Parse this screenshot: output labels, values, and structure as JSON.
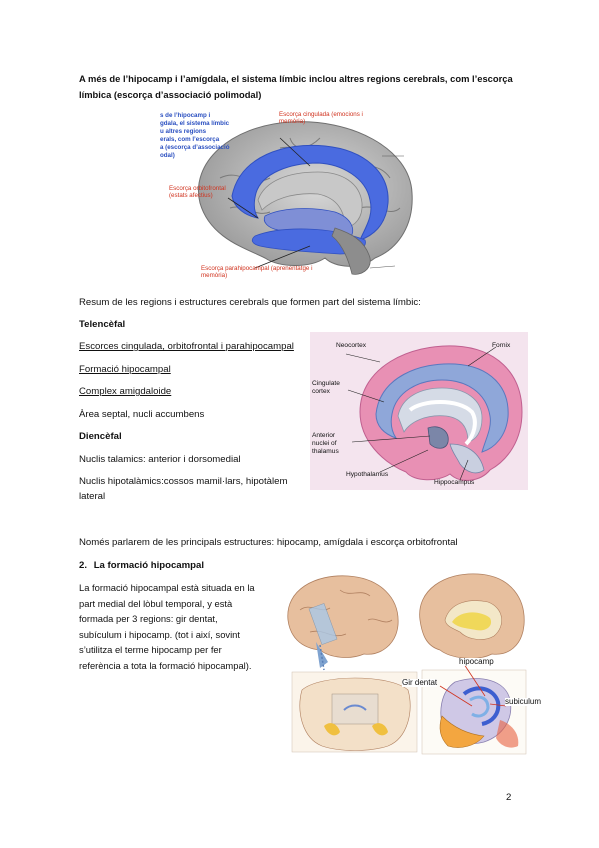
{
  "intro": "A més de l’hipocamp i l’amígdala, el sistema límbic inclou altres regions cerebrals, com l’escorça límbica (escorça d’associació polimodal)",
  "fig1": {
    "overlay_lines": [
      "s de l’hipocamp i",
      "gdala, el sistema límbic",
      "u altres regions",
      "erals, com l’escorça",
      "a (escorça d’associació",
      "odal)"
    ],
    "label_cingulada": "Escorça cingulada (emocions i memòria)",
    "label_orbitofrontal": "Escorça orbitofrontal (estats afectius)",
    "label_parahipocampal": "Escorça parahipocampal (aprenentatge i memòria)"
  },
  "resum": "Resum de les regions i estructures cerebrals que formen part del sistema límbic:",
  "list": {
    "telencefal": "Telencèfal",
    "escorces": "Escorces cingulada, orbitofrontal i parahipocampal",
    "formacio": "Formació hipocampal",
    "complex": "Complex amigdaloide",
    "area": "Àrea septal, nucli accumbens",
    "diencefal": "Diencèfal",
    "nuclis_talamics": "Nuclis talamics: anterior i dorsomedial",
    "nuclis_hipot_1": "Nuclis hipotalàmics:cossos mamil·lars, hipotàlem",
    "nuclis_hipot_2": "lateral"
  },
  "fig2": {
    "neocortex": "Neocortex",
    "fornix": "Fornix",
    "cingulate": "Cingulate cortex",
    "anterior": "Anterior nuclei of thalamus",
    "hypothalamus": "Hypothalamus",
    "hippocampus": "Hippocampus"
  },
  "nomes": "Només parlarem de les principals estructures: hipocamp, amígdala i escorça orbitofrontal",
  "section": {
    "num": "2.",
    "title": "La formació hipocampal"
  },
  "body_lines": [
    "La formació hipocampal està situada en la",
    "part medial del lòbul temporal, y està",
    "formada per 3 regions: gir dentat,",
    "subículum i hipocamp. (tot i així, sovint",
    "s’utilitza el terme hipocamp per fer",
    "referència a tota la formació hipocampal)."
  ],
  "fig3": {
    "hipocamp": "hipocamp",
    "gir_dentat": "Gir dentat",
    "subiculum": "subiculum"
  },
  "page_number": "2",
  "colors": {
    "red": "#d0321e",
    "blue": "#2a4fc0",
    "cingulate_blue": "#4a6be0"
  }
}
